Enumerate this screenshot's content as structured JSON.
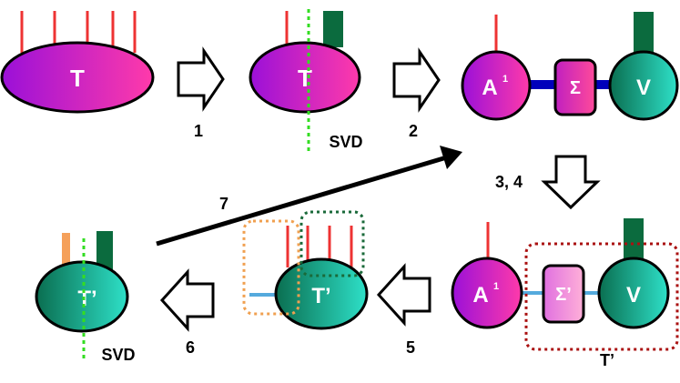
{
  "colors": {
    "leg_red": "#ee3333",
    "leg_dark_green": "#0b6b3e",
    "leg_orange": "#f5a05a",
    "bond_blue": "#0000bb",
    "bond_light": "#55aadd",
    "svd_cut": "#33dd22",
    "box_orange": "#f0a050",
    "box_green": "#1a6a3a",
    "box_red": "#aa1111",
    "purple_start": "#a010d0",
    "purple_end": "#ff3ab0",
    "teal_start": "#0b7a5a",
    "teal_end": "#2ad8c0"
  },
  "nodes": {
    "t1": "T",
    "t2": "T",
    "a1": "A",
    "a1_sup": "1",
    "sigma1": "Σ",
    "v1": "V",
    "a2": "A",
    "a2_sup": "1",
    "sigma2": "Σ’",
    "v2": "V",
    "tp1": "T’",
    "tp2": "T’"
  },
  "labels": {
    "step1": "1",
    "step2": "2",
    "step34": "3, 4",
    "step5": "5",
    "step6": "6",
    "step7": "7",
    "svd1": "SVD",
    "svd2": "SVD",
    "tprime_group": "T’"
  }
}
